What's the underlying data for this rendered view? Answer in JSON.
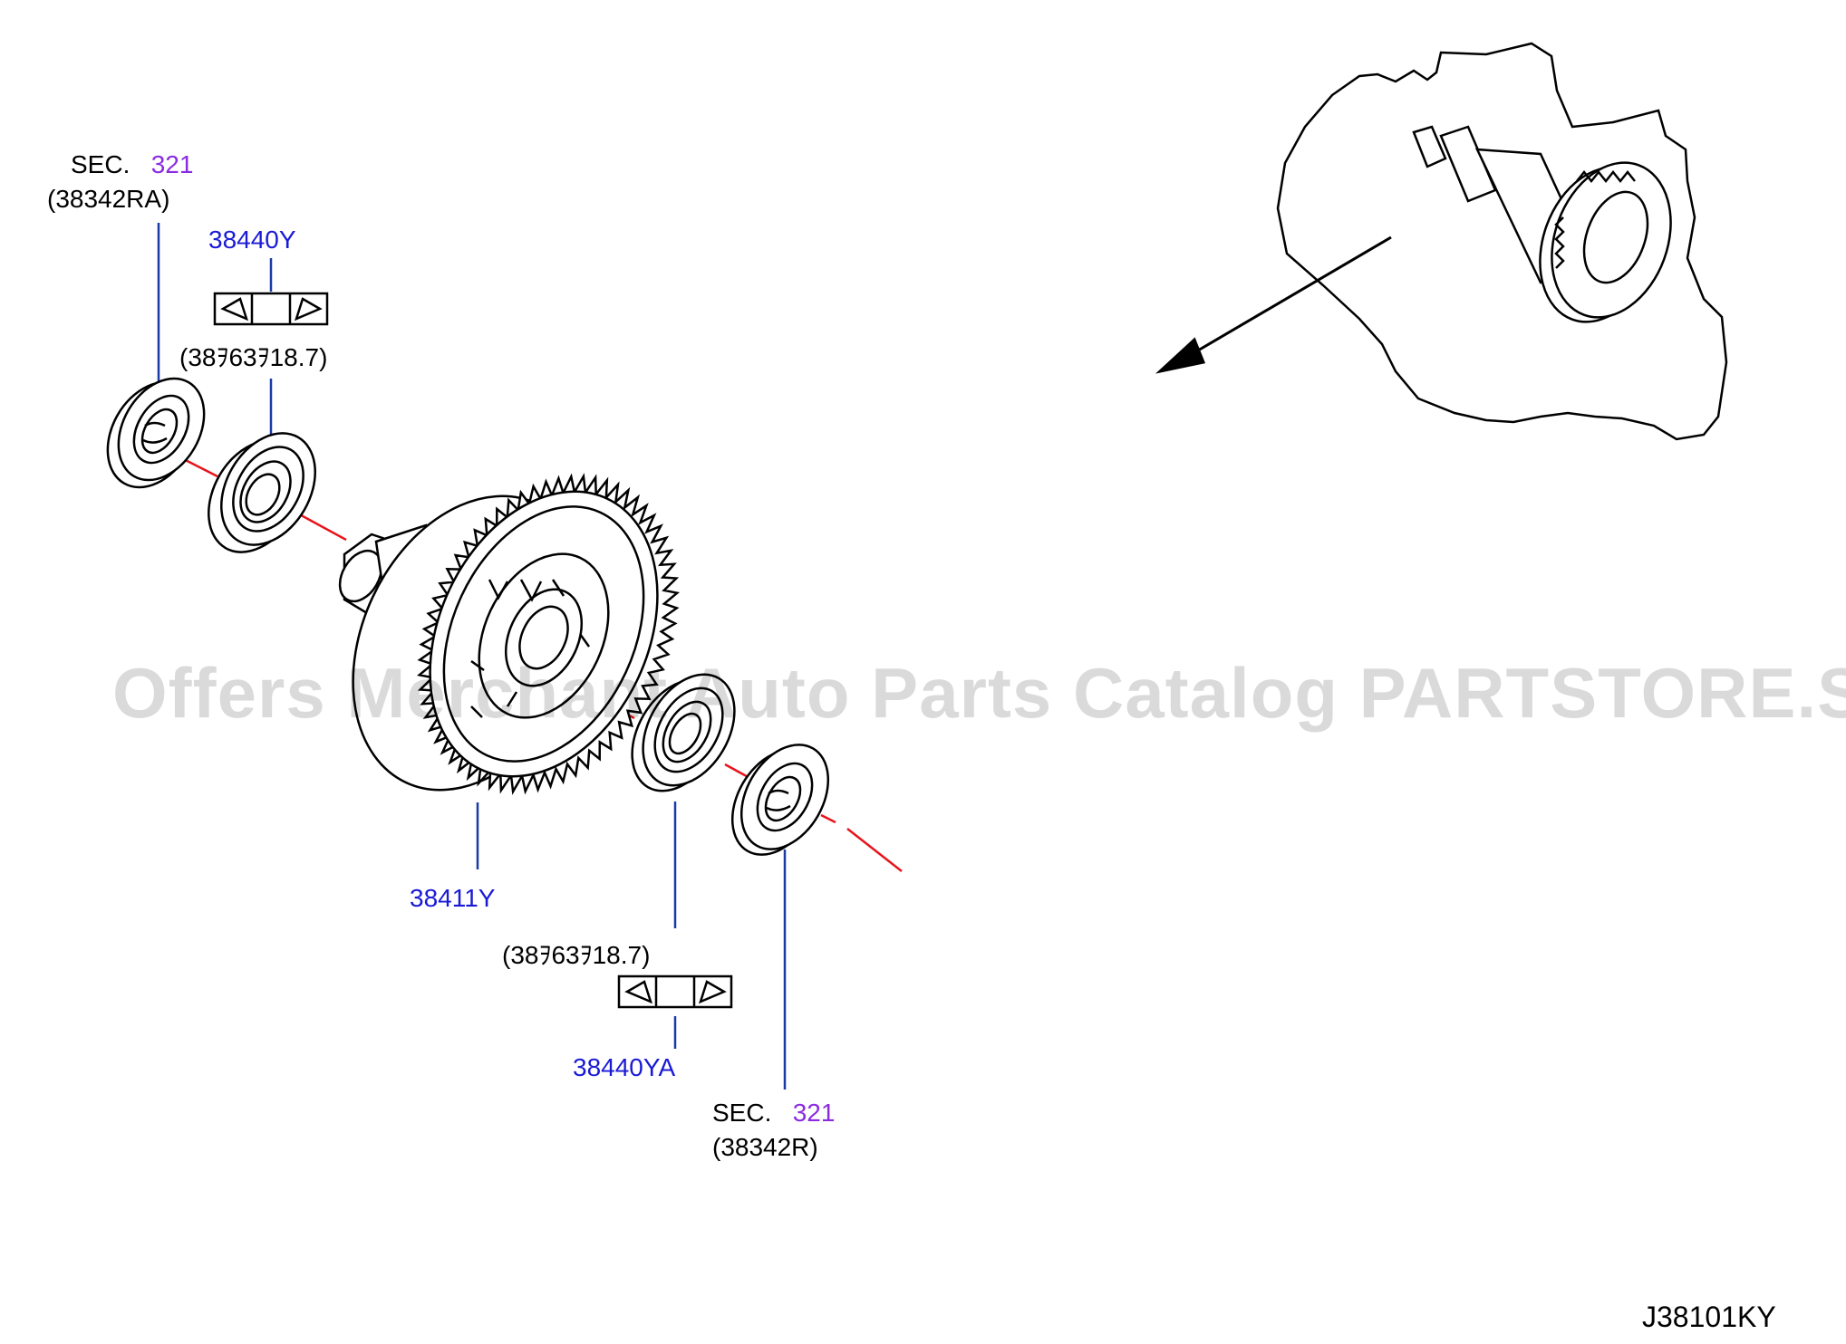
{
  "watermark": "Offers Merchant Auto Parts Catalog PARTSTORE.SA",
  "diagram_code": "J38101KY",
  "callouts": {
    "top_left_sec": {
      "prefix": "SEC.",
      "number": "321",
      "part": "(38342RA)"
    },
    "top_shim": {
      "part": "38440Y",
      "spec": "(38ｦ63ｦ18.7)"
    },
    "gear": {
      "part": "38411Y"
    },
    "bottom_shim": {
      "spec": "(38ｦ63ｦ18.7)",
      "part": "38440YA"
    },
    "bottom_sec": {
      "prefix": "SEC.",
      "number": "321",
      "part": "(38342R)"
    }
  },
  "colors": {
    "part_number": "#1a1ad6",
    "section_link": "#8a2be2",
    "center_line": "#e8141c"
  },
  "icons": [
    "shim-symbol-icon",
    "gear-icon",
    "bearing-icon",
    "oil-seal-icon",
    "arrow-icon"
  ]
}
